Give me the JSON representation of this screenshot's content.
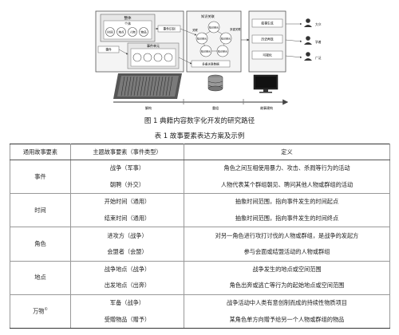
{
  "figure": {
    "diagram": {
      "group_label": "整体",
      "individual_label": "个体",
      "entity_labels": [
        "时间",
        "地点",
        "人物",
        "物品"
      ],
      "event_label": "事件",
      "event_unit_label": "事件单元",
      "event_ident_label": "事件识别",
      "event_cluster_label": "事件聚类",
      "kg_label": "知识关联",
      "kg_nodes": [
        "知识单元",
        "知识单元",
        "知识单元",
        "知识单元",
        "知识单元"
      ],
      "kg_link_label": "关联",
      "multi_label": "多重关联",
      "kg_bottom_label": "多重关联数据",
      "right_boxes": [
        "叙事生成",
        "历史再现",
        "可视化"
      ],
      "persons": [
        "大众",
        "学者",
        "广泛"
      ]
    },
    "stages": [
      "解构",
      "重组",
      "故事建构"
    ],
    "caption": "图 1   典籍内容数字化开发的研究路径"
  },
  "table": {
    "caption": "表 1   故事要素表达方案及示例",
    "headers": [
      "通用故事要素",
      "主题故事要素（事件类型）",
      "定义"
    ],
    "groups": [
      {
        "category": "事件",
        "rows": [
          {
            "theme": "战争（军事）",
            "definition": "角色之间互相使用暴力、攻击、杀戮等行为的活动"
          },
          {
            "theme": "朝聘（外交）",
            "definition": "人物代表某个群组朝见、聘问其他人物或群组的活动"
          }
        ]
      },
      {
        "category": "时间",
        "rows": [
          {
            "theme": "开始时间（通用）",
            "definition": "抽象时间范围，指向事件发生的时间起点"
          },
          {
            "theme": "结束时间（通用）",
            "definition": "抽象时间范围，指向事件发生的时间终点"
          }
        ]
      },
      {
        "category": "角色",
        "rows": [
          {
            "theme": "进攻方（战争）",
            "definition": "对另一角色进行攻打讨伐的人物或群组，是战争的发起方"
          },
          {
            "theme": "会盟者（会盟）",
            "definition": "参与会面或结盟活动的人物或群组"
          }
        ]
      },
      {
        "category": "地点",
        "rows": [
          {
            "theme": "战争地点（战争）",
            "definition": "战争发生的地点或空间范围"
          },
          {
            "theme": "出发地点（出奔）",
            "definition": "角色出奔或逃亡等行为的起始地点或空间范围"
          }
        ]
      },
      {
        "category": "万物",
        "category_note": "①",
        "rows": [
          {
            "theme": "军备（战争）",
            "definition": "战争活动中人类有意创制而成的持续性物质项目"
          },
          {
            "theme": "受赠物品（赠予）",
            "definition": "某角色单方向赠予给另一个人物或群组的物品"
          }
        ]
      }
    ]
  }
}
